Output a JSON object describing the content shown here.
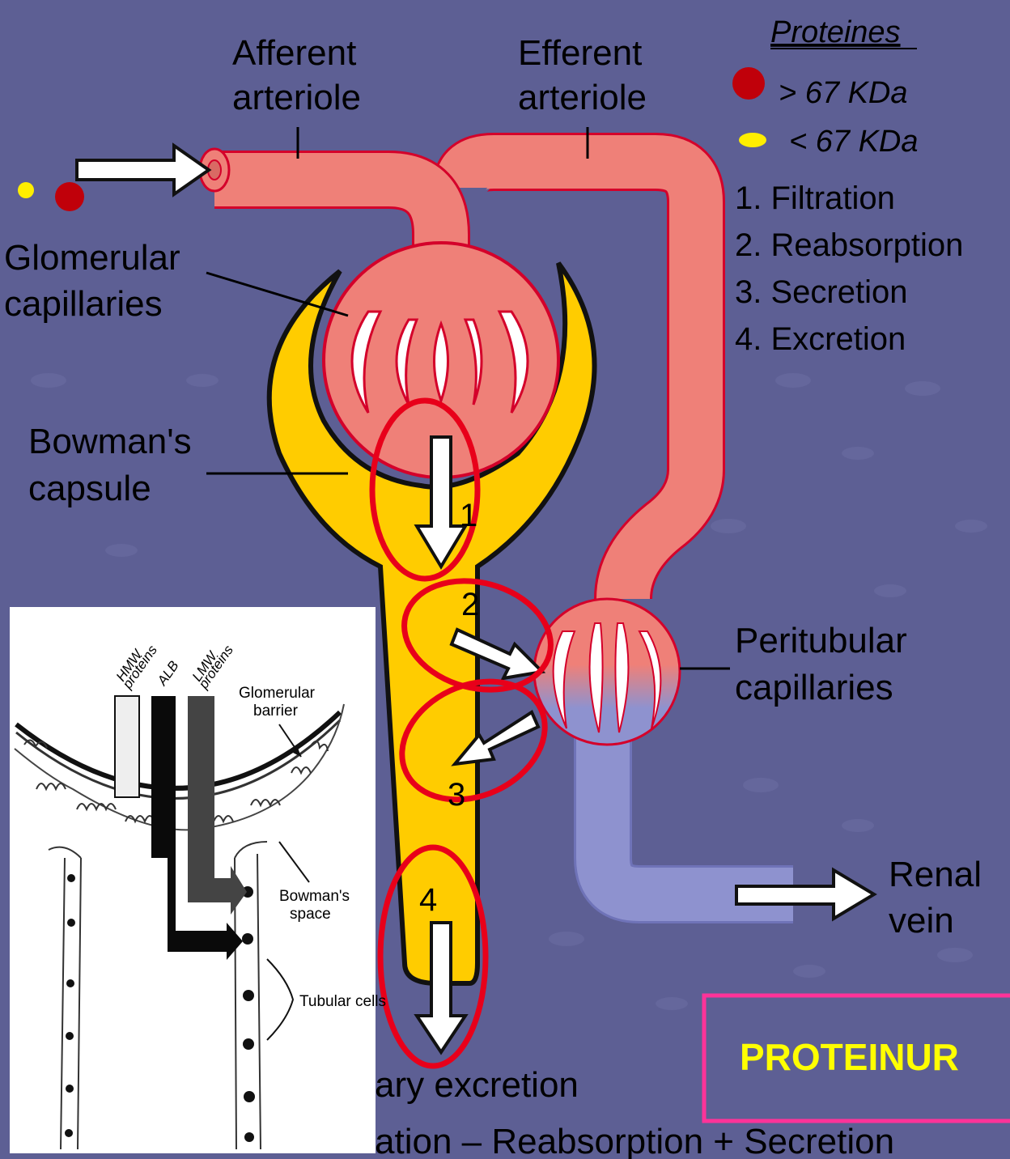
{
  "labels": {
    "afferent_1": "Afferent",
    "afferent_2": "arteriole",
    "efferent_1": "Efferent",
    "efferent_2": "arteriole",
    "glomerular_1": "Glomerular",
    "glomerular_2": "capillaries",
    "bowman_1": "Bowman's",
    "bowman_2": "capsule",
    "peritubular_1": "Peritubular",
    "peritubular_2": "capillaries",
    "renal_1": "Renal",
    "renal_2": "vein"
  },
  "legend": {
    "title": "Proteines",
    "large": "> 67 KDa",
    "small": "< 67 KDa",
    "large_color": "#c0000a",
    "small_color": "#ffee00"
  },
  "steps": [
    "1. Filtration",
    "2. Reabsorption",
    "3. Secretion",
    "4. Excretion"
  ],
  "step_markers": [
    "1",
    "2",
    "3",
    "4"
  ],
  "bottom": {
    "line1": "ary excretion",
    "line2": "ation – Reabsorption + Secretion"
  },
  "callout": {
    "text": "PROTEINUR",
    "color": "#ffff00",
    "border_color": "#ff3399"
  },
  "inset": {
    "hmw": "HMW",
    "hmw2": "proteins",
    "alb": "ALB",
    "lmw": "LMW",
    "lmw2": "proteins",
    "glom_barrier_1": "Glomerular",
    "glom_barrier_2": "barrier",
    "bowman_space_1": "Bowman's",
    "bowman_space_2": "space",
    "tubular": "Tubular cells"
  },
  "colors": {
    "background": "#5d5f94",
    "vessel": "#ef8078",
    "vessel_outline": "#d4002a",
    "venous": "#8e92cf",
    "capsule": "#ffcc00",
    "highlight_ring": "#e8001a"
  }
}
